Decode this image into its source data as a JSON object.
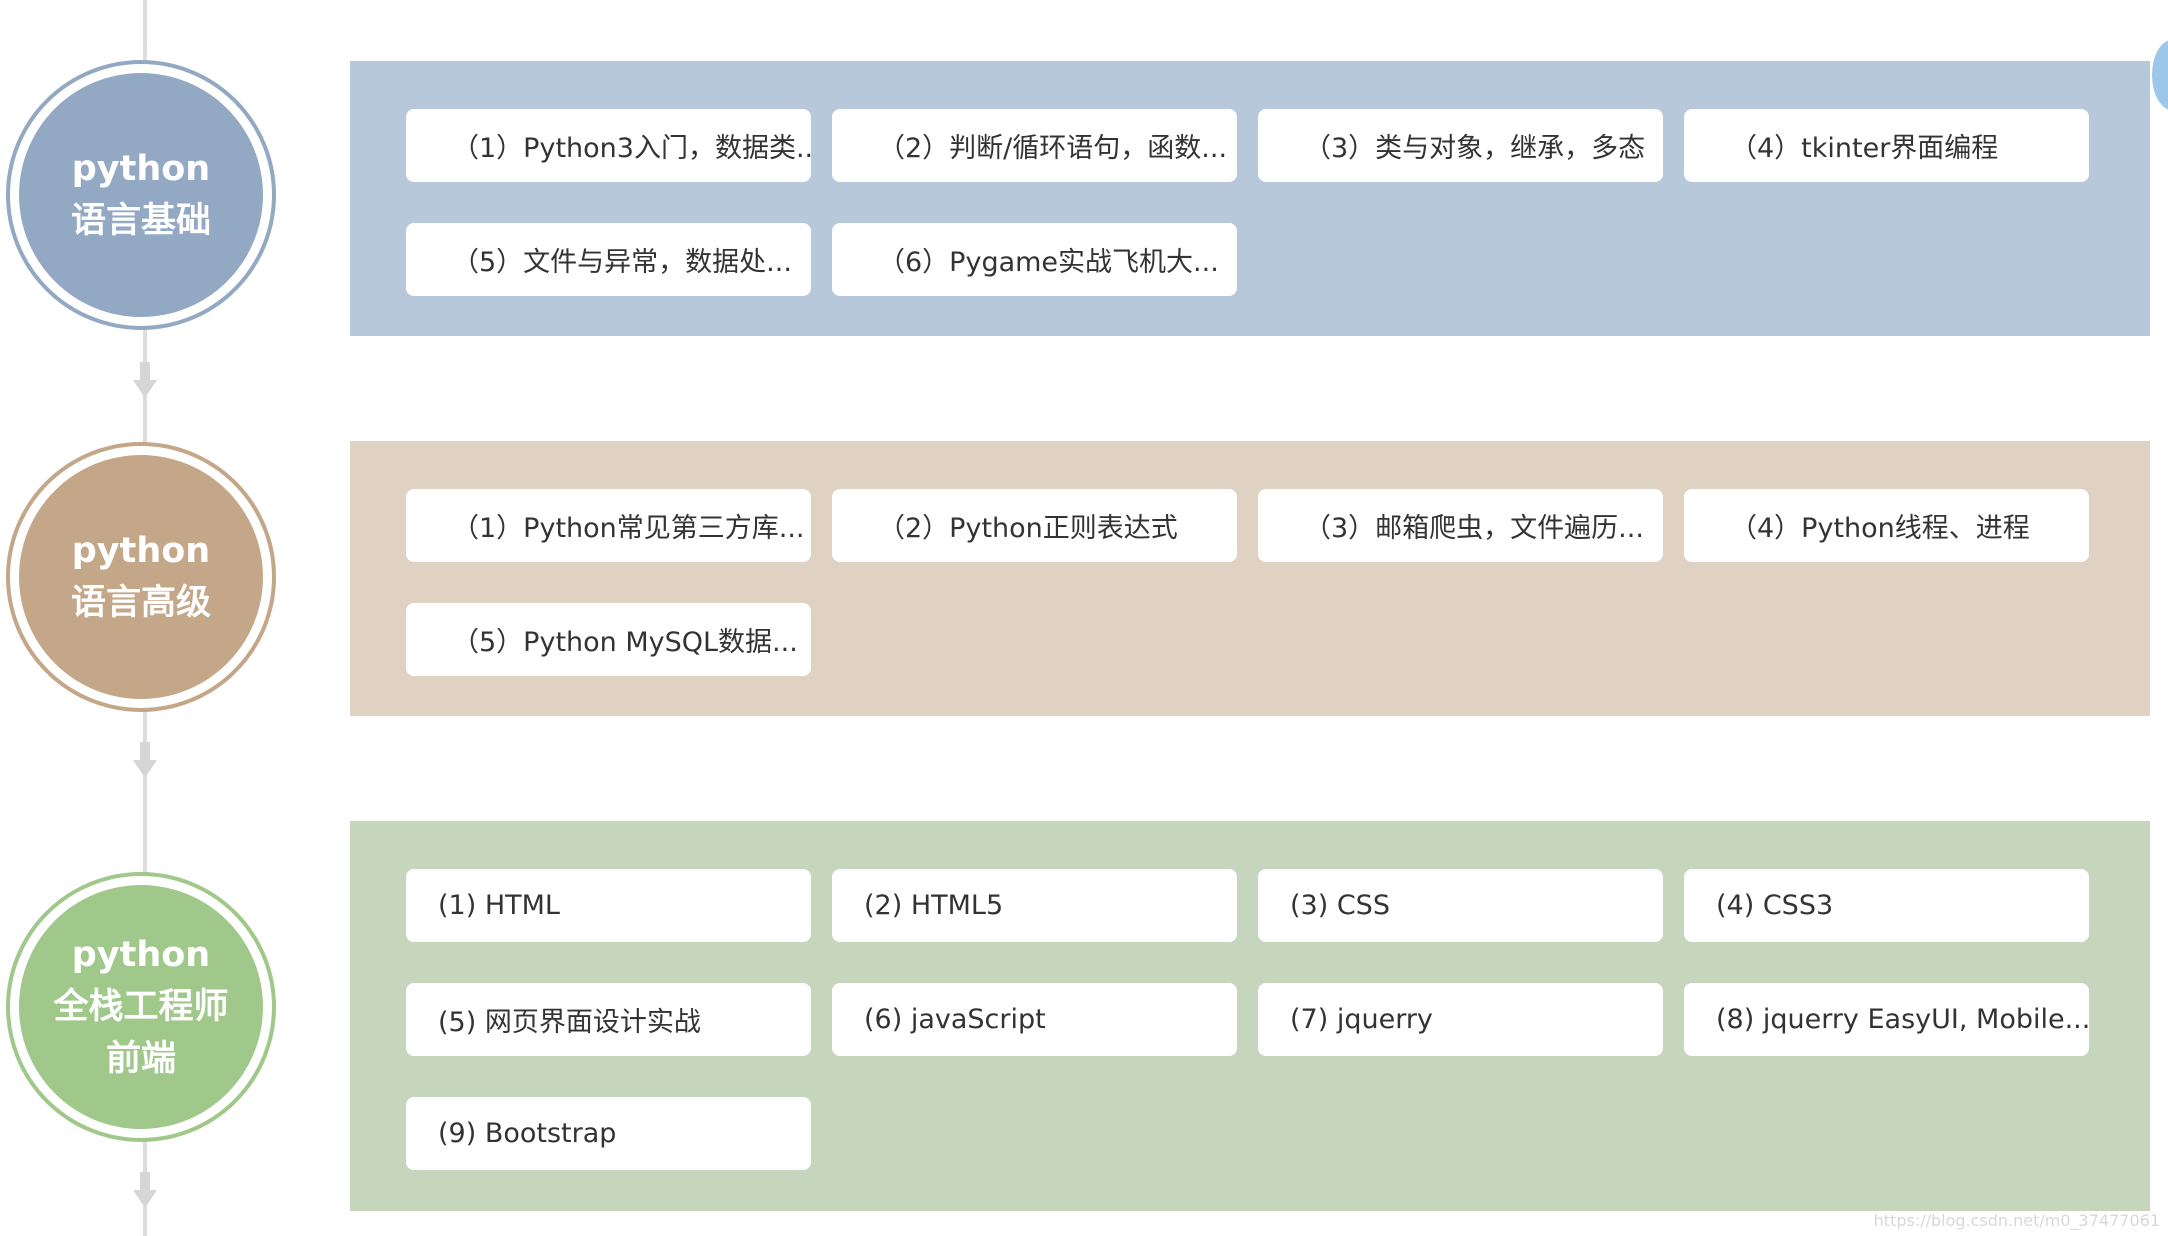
{
  "colors": {
    "basic_panel": "#b6c8da",
    "basic_circle": "#93a9c3",
    "advanced_panel": "#e0d2c3",
    "advanced_circle": "#c4a688",
    "fullstack_panel": "#c5d6bd",
    "fullstack_circle": "#9fc88a"
  },
  "stages": [
    {
      "title_line1": "python",
      "title_line2": "语言基础",
      "items": [
        "（1）Python3入门，数据类...",
        "（2）判断/循环语句，函数...",
        "（3）类与对象，继承，多态",
        "（4）tkinter界面编程",
        "（5）文件与异常，数据处...",
        "（6）Pygame实战飞机大..."
      ]
    },
    {
      "title_line1": "python",
      "title_line2": "语言高级",
      "items": [
        "（1）Python常见第三方库...",
        "（2）Python正则表达式",
        "（3）邮箱爬虫，文件遍历...",
        "（4）Python线程、进程",
        "（5）Python MySQL数据..."
      ]
    },
    {
      "title_line1": "python",
      "title_line2": "全栈工程师",
      "title_line3": "前端",
      "items": [
        "(1) HTML",
        "(2) HTML5",
        "(3) CSS",
        "(4) CSS3",
        "(5) 网页界面设计实战",
        "(6) javaScript",
        "(7) jquerry",
        "(8) jquerry EasyUI, Mobile...",
        "(9) Bootstrap"
      ]
    }
  ],
  "watermark": "https://blog.csdn.net/m0_37477061"
}
